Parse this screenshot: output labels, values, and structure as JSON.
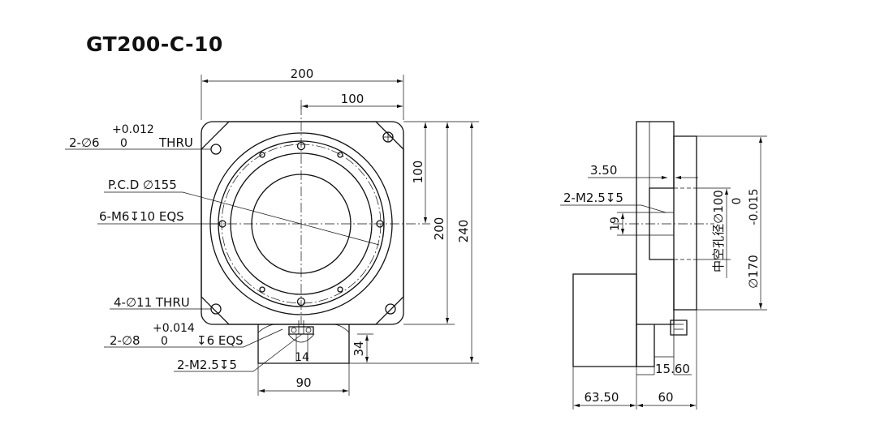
{
  "title": "GT200-C-10",
  "front_view": {
    "dims": {
      "width_200": "200",
      "half_100": "100",
      "half_height_100": "100",
      "height_200": "200",
      "overall_240": "240",
      "tab_34": "34",
      "tab_90": "90",
      "slot_14": "14"
    },
    "callouts": {
      "hole_6_prefix": "2-∅6",
      "hole_6_tol_upper": "+0.012",
      "hole_6_tol_lower": "0",
      "hole_6_suffix": "THRU",
      "pcd": "P.C.D ∅155",
      "m6": "6-M6↧10 EQS",
      "hole_11": "4-∅11 THRU",
      "hole_8_prefix": "2-∅8",
      "hole_8_tol_upper": "+0.014",
      "hole_8_tol_lower": "0",
      "hole_8_suffix": "↧6 EQS",
      "m25_front": "2-M2.5↧5"
    }
  },
  "side_view": {
    "dims": {
      "d_3_50": "3.50",
      "d_19": "19",
      "d_15_60": "15.60",
      "d_63_50": "63.50",
      "d_60": "60"
    },
    "callouts": {
      "m25_side": "2-M2.5↧5",
      "hollow_bore": "中空孔径∅100",
      "outer_dia": "∅170",
      "outer_tol_upper": "0",
      "outer_tol_lower": "-0.015"
    }
  }
}
